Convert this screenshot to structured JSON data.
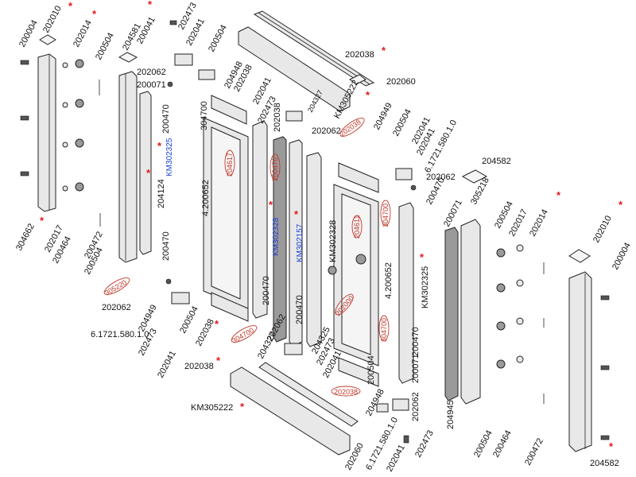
{
  "colors": {
    "label": "#111111",
    "highlight_blue": "#1a3fd6",
    "marker_red": "#e5161b",
    "struck_red": "#c0392b"
  },
  "marker_symbol": "*",
  "labels": {
    "l200004_a": "200004",
    "l202010_a": "202010",
    "l202014_a": "202014",
    "l200504_a": "200504",
    "l204581": "204581",
    "l200041_a": "200041",
    "l202473_a": "202473",
    "l202041_a": "202041",
    "l200504_b": "200504",
    "l202038_a": "202038",
    "l202062_a": "202062",
    "l200071_a": "200071",
    "l204948_a": "204948",
    "l202038_b": "202038",
    "l202060_a": "202060",
    "l304700_a": "304700",
    "l200470_a": "200470",
    "l202041_b": "202041",
    "l202473_b": "202473",
    "l202038_c": "202038",
    "l204327_a": "204327",
    "l202062_b": "202062",
    "lKM305222_a": "KM305222",
    "l204949_a": "204949",
    "l200504_c": "200504",
    "l202041_c": "202041",
    "l202041_d": "202041",
    "l6172_a": "6.1721.580.1.0",
    "l204582_a": "204582",
    "l202062_c": "202062",
    "l200470_b": "200470",
    "l305218": "305218",
    "l200504_d": "200504",
    "l202017_a": "202017",
    "l202014_b": "202014",
    "l202010_b": "202010",
    "l200004_b": "200004",
    "l304662": "304662",
    "l202017_b": "202017",
    "l200464_a": "200464",
    "l200472_a": "200472",
    "l200504_e": "200504",
    "l204124": "204124",
    "l200470_c": "200470",
    "l4200652_a": "4.200652",
    "l200470_d": "200470",
    "lKM302328": "KM302328",
    "l4200652_b": "4.200652",
    "l200071_b": "200071",
    "lKM302325_b": "KM302325",
    "l202062_d": "202062",
    "l6172_b": "6.1721.580.1.0",
    "l204949_b": "204949",
    "l202473_c": "202473",
    "l200504_f": "200504",
    "l202038_d": "202038",
    "l202041_e": "202041",
    "l202038_e": "202038",
    "l200470_e": "200470",
    "l202062_e": "202062",
    "l204327_b": "204327",
    "l204325": "204325",
    "l202473_d": "202473",
    "l202041_f": "202041",
    "lKM305222_b": "KM305222",
    "l200504_g": "200504",
    "l200470_f": "200470",
    "l200071_c": "200071",
    "l204945": "204945",
    "l204948_b": "204948",
    "l202062_f": "202062",
    "l202060_b": "202060",
    "l6172_c": "6.1721.580.1.0",
    "l202041_g": "202041",
    "l202473_e": "202473",
    "l200504_h": "200504",
    "l200464_b": "200464",
    "l200472_b": "200472",
    "l204582_b": "204582"
  },
  "blue_labels": {
    "KM302325_a": "KM302325",
    "KM302328_b": "KM302328",
    "KM302157": "KM302157"
  },
  "struck_labels": {
    "s305220": "305220",
    "s204617": "204617",
    "s200470": "200470",
    "s202038_a": "202038",
    "s304700_a": "304700",
    "s204611": "204611",
    "s304700_b": "304700",
    "s202000": "202000",
    "s304700_c": "304700",
    "s202038_b": "202038"
  }
}
